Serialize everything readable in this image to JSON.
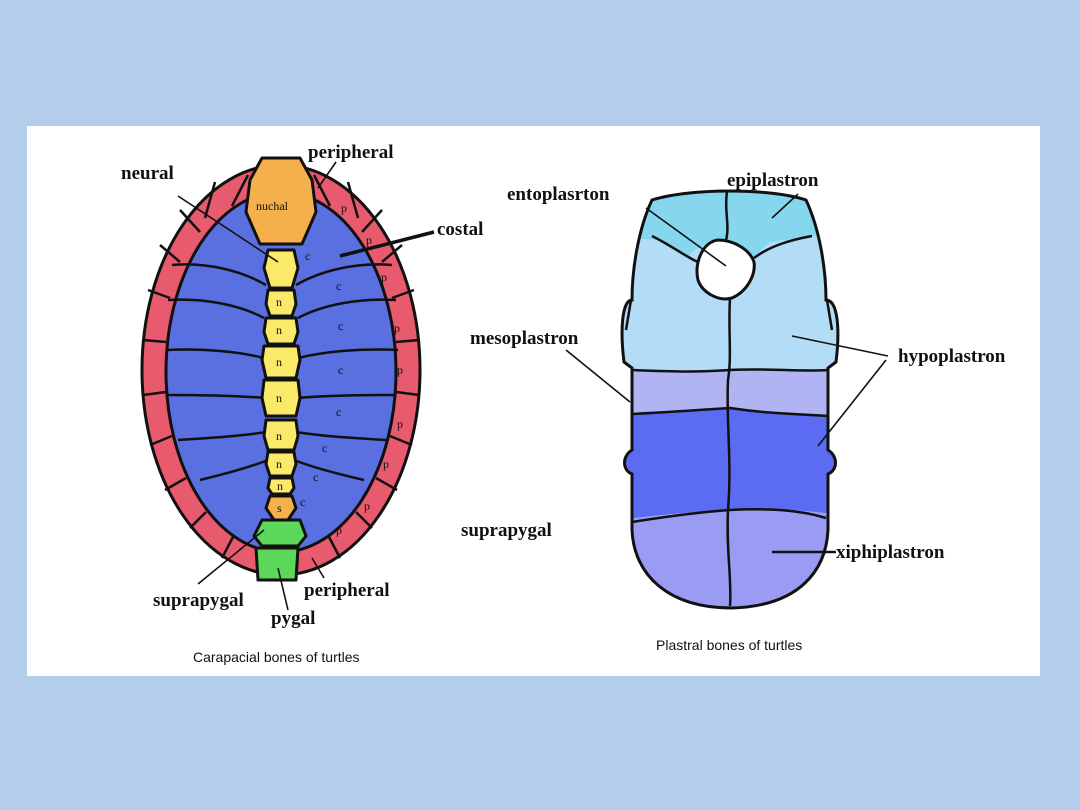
{
  "colors": {
    "background": "#b4cdeb",
    "panel": "#ffffff",
    "peripheral": "#e85a6e",
    "costal": "#5a6fe0",
    "neural": "#fbe96a",
    "nuchal": "#f4b04a",
    "pygal": "#5bd85a",
    "epiplastron": "#86d6ee",
    "entoplastron": "#ffffff",
    "hyoplastron": "#b3dcf6",
    "mesoplastron": "#b0b4f2",
    "hypoplastron": "#5b6cf2",
    "xiphiplastron": "#9a9cf4"
  },
  "carapace": {
    "caption": "Carapacial bones of turtles",
    "labels": {
      "neural": "neural",
      "peripheral_top": "peripheral",
      "costal": "costal",
      "suprapygal": "suprapygal",
      "pygal": "pygal",
      "peripheral_bottom": "peripheral"
    },
    "marks": {
      "nuchal": "nuchal",
      "p": "p",
      "c": "c",
      "n": "n",
      "s": "s"
    }
  },
  "plastron": {
    "caption": "Plastral bones of turtles",
    "labels": {
      "entoplastron": "entoplasrton",
      "epiplastron": "epiplastron",
      "mesoplastron": "mesoplastron",
      "hypoplastron": "hypoplastron",
      "suprapygal": "suprapygal",
      "xiphiplastron": "xiphiplastron"
    }
  }
}
